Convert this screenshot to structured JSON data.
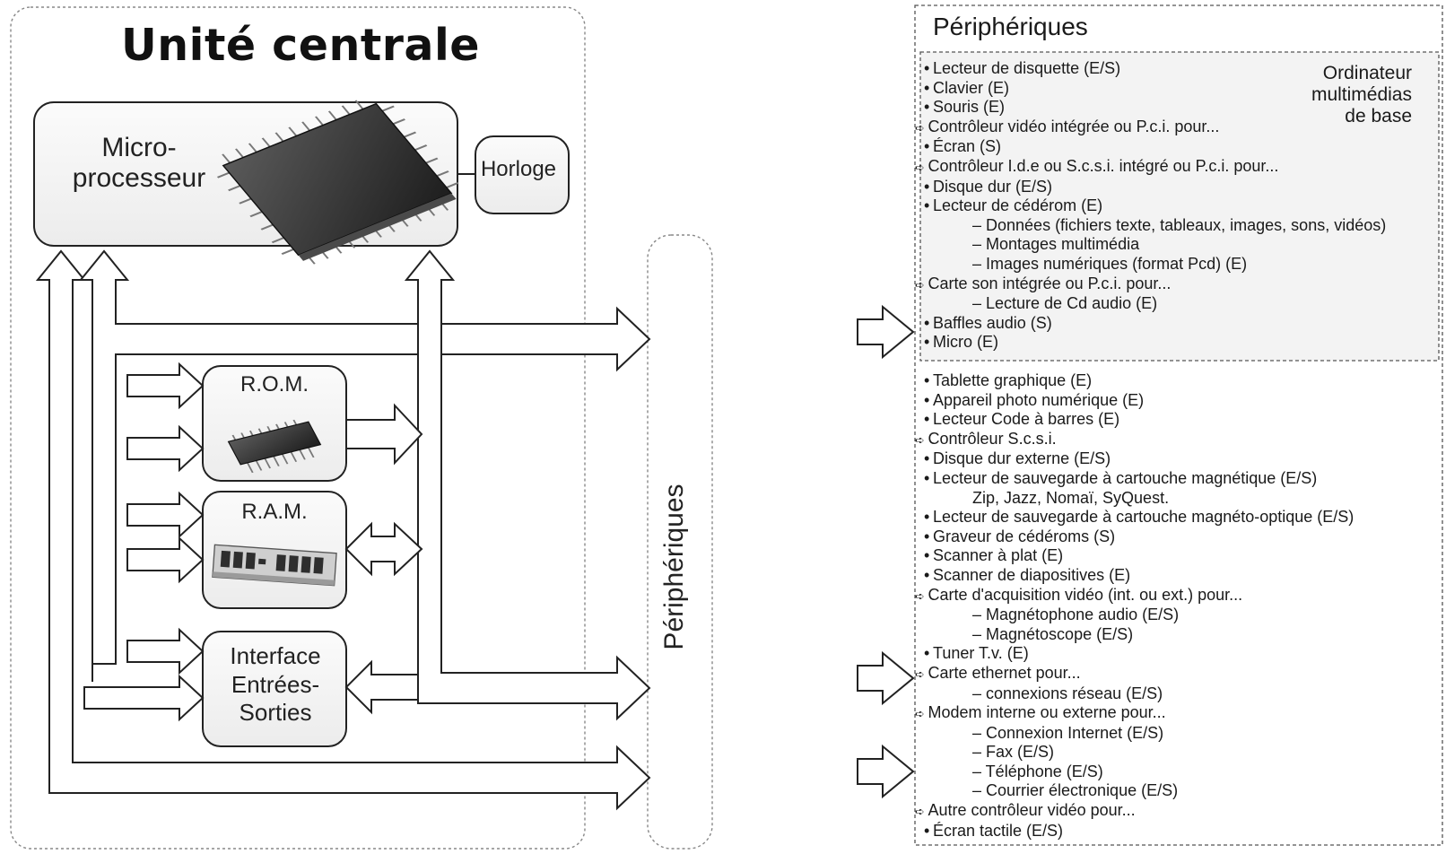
{
  "unite_centrale": {
    "title": "Unité centrale",
    "cpu_label": "Micro-\nprocesseur",
    "clock_label": "Horloge",
    "rom_label": "R.O.M.",
    "ram_label": "R.A.M.",
    "io_label": "Interface\nEntrées-\nSorties"
  },
  "bus_label": "Périphériques",
  "peripheriques": {
    "title": "Périphériques",
    "box_tag": "Ordinateur\nmultimédias\nde base",
    "list_a": [
      {
        "kind": "bullet",
        "text": "Lecteur de disquette (E/S)"
      },
      {
        "kind": "bullet",
        "text": "Clavier (E)"
      },
      {
        "kind": "bullet",
        "text": "Souris (E)"
      },
      {
        "kind": "ctrl",
        "text": "Contrôleur vidéo intégrée ou P.c.i. pour..."
      },
      {
        "kind": "bullet",
        "text": "Écran (S)"
      },
      {
        "kind": "ctrl",
        "text": "Contrôleur I.d.e ou S.c.s.i. intégré ou P.c.i. pour..."
      },
      {
        "kind": "bullet",
        "text": "Disque dur (E/S)"
      },
      {
        "kind": "bullet",
        "text": "Lecteur de cédérom (E)"
      },
      {
        "kind": "sub",
        "text": "– Données (fichiers texte, tableaux, images, sons, vidéos)"
      },
      {
        "kind": "sub",
        "text": "– Montages multimédia"
      },
      {
        "kind": "sub",
        "text": "– Images numériques (format Pcd) (E)"
      },
      {
        "kind": "ctrl",
        "text": "Carte son intégrée ou P.c.i. pour..."
      },
      {
        "kind": "sub",
        "text": "– Lecture de Cd audio (E)"
      },
      {
        "kind": "bullet",
        "text": "Baffles audio (S)"
      },
      {
        "kind": "bullet",
        "text": "Micro (E)"
      }
    ],
    "list_b": [
      {
        "kind": "bullet",
        "text": "Tablette graphique (E)"
      },
      {
        "kind": "bullet",
        "text": "Appareil photo numérique (E)"
      },
      {
        "kind": "bullet",
        "text": "Lecteur Code à barres (E)"
      },
      {
        "kind": "ctrl",
        "text": "Contrôleur S.c.s.i."
      },
      {
        "kind": "bullet",
        "text": "Disque dur externe (E/S)"
      },
      {
        "kind": "bullet",
        "text": "Lecteur de sauvegarde à cartouche magnétique (E/S)"
      },
      {
        "kind": "note",
        "text": "Zip, Jazz, Nomaï, SyQuest."
      },
      {
        "kind": "bullet",
        "text": "Lecteur de sauvegarde à cartouche magnéto-optique (E/S)"
      },
      {
        "kind": "bullet",
        "text": "Graveur de cédéroms (S)"
      },
      {
        "kind": "bullet",
        "text": "Scanner à plat (E)"
      },
      {
        "kind": "bullet",
        "text": "Scanner de diapositives (E)"
      },
      {
        "kind": "ctrl",
        "text": "Carte d'acquisition vidéo  (int. ou ext.) pour..."
      },
      {
        "kind": "sub",
        "text": "– Magnétophone audio (E/S)"
      },
      {
        "kind": "sub",
        "text": "– Magnétoscope (E/S)"
      },
      {
        "kind": "bullet",
        "text": "Tuner T.v. (E)"
      },
      {
        "kind": "ctrl",
        "text": "Carte ethernet pour..."
      },
      {
        "kind": "sub",
        "text": "– connexions réseau (E/S)"
      },
      {
        "kind": "ctrl",
        "text": "Modem interne ou externe pour..."
      },
      {
        "kind": "sub",
        "text": "– Connexion Internet (E/S)"
      },
      {
        "kind": "sub",
        "text": "– Fax (E/S)"
      },
      {
        "kind": "sub",
        "text": "– Téléphone (E/S)"
      },
      {
        "kind": "sub",
        "text": "– Courrier électronique (E/S)"
      },
      {
        "kind": "ctrl",
        "text": "Autre contrôleur vidéo pour..."
      },
      {
        "kind": "bullet",
        "text": "Écran tactile (E/S)"
      }
    ]
  }
}
